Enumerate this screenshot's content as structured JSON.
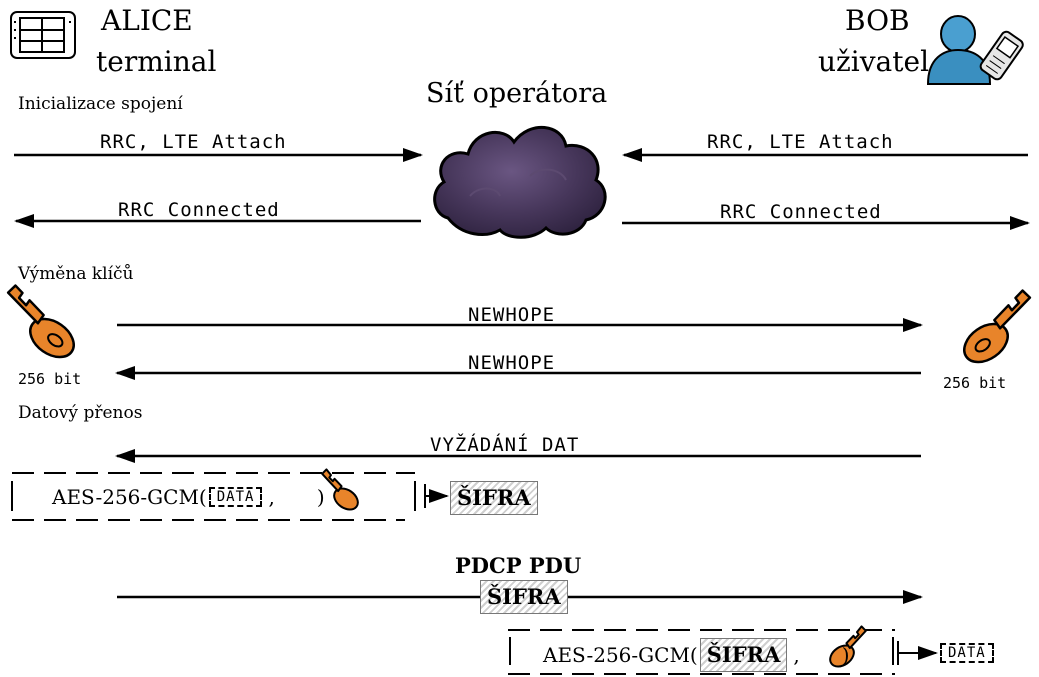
{
  "alice": {
    "name": "ALICE",
    "role": "terminal"
  },
  "bob": {
    "name": "BOB",
    "role": "uživatel"
  },
  "network": {
    "label": "Síť operátora"
  },
  "sections": {
    "init": "Inicializace spojení",
    "keyexchange": "Výměna klíčů",
    "data": "Datový přenos"
  },
  "arrows": {
    "rrc_attach": "RRC, LTE Attach",
    "rrc_connected": "RRC Connected",
    "newhope": "NEWHOPE",
    "request": "VYŽÁDÁNÍ DAT"
  },
  "keys": {
    "alice_bits": "256 bit",
    "bob_bits": "256 bit"
  },
  "encryption": {
    "func": "AES-256-GCM(",
    "data": "DATA",
    "comma": ",",
    "close": ")",
    "cipher": "ŠIFRA"
  },
  "pdcp": {
    "label": "PDCP PDU",
    "cipher": "ŠIFRA"
  },
  "decryption": {
    "func": "AES-256-GCM(",
    "cipher": "ŠIFRA",
    "comma": ",",
    "close": ")",
    "result": "DATA"
  },
  "colors": {
    "key_orange": "#e8842a",
    "cloud_purple": "#4a3a5c",
    "user_blue": "#3a8fc0"
  },
  "icons": [
    "terminal-icon",
    "user-phone-icon",
    "cloud-icon",
    "key-icon"
  ]
}
